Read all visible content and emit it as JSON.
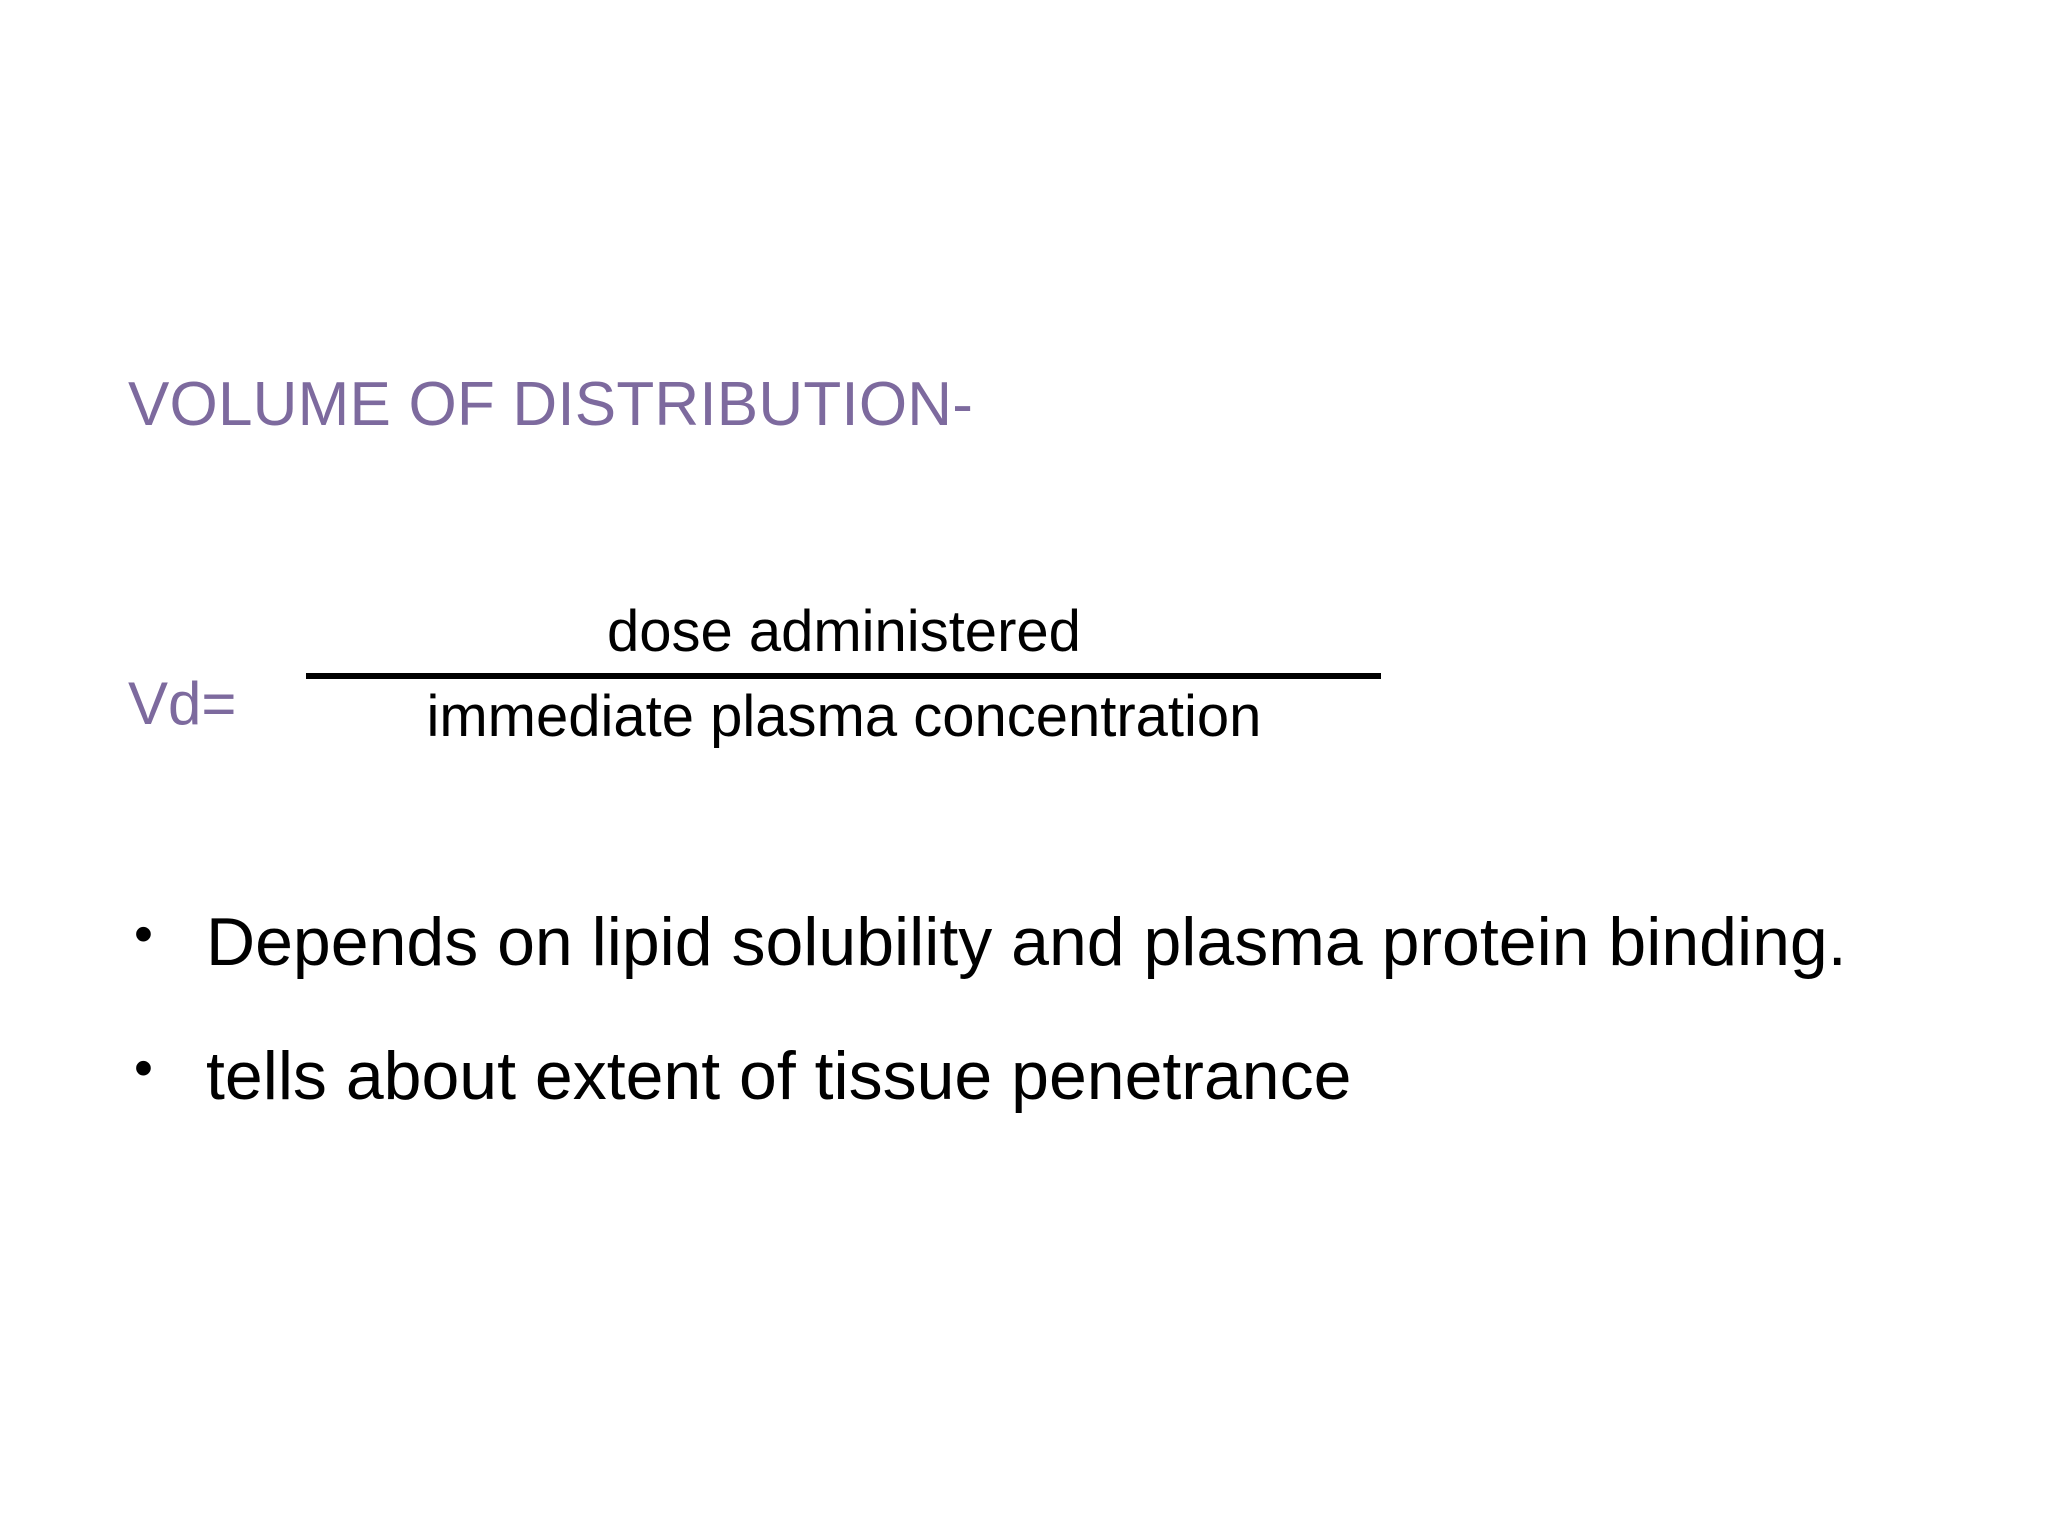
{
  "slide": {
    "title": "VOLUME OF DISTRIBUTION-",
    "title_color": "#7d6a9e",
    "body_color": "#000000",
    "background_color": "#ffffff"
  },
  "formula": {
    "lhs": "Vd=",
    "numerator": "dose administered",
    "denominator": "immediate plasma concentration"
  },
  "bullets": [
    {
      "marker": "•",
      "text": "Depends on lipid solubility and plasma protein binding."
    },
    {
      "marker": "•",
      "text": "tells about extent of tissue penetrance"
    }
  ]
}
